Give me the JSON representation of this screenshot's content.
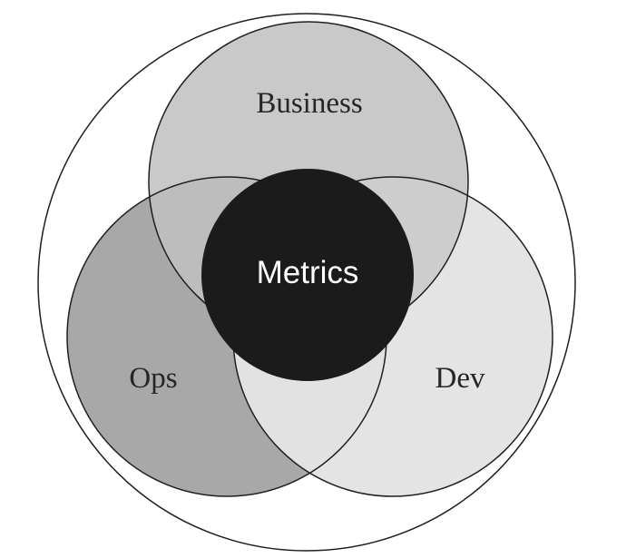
{
  "diagram": {
    "labels": {
      "business": "Business",
      "ops": "Ops",
      "dev": "Dev",
      "metrics": "Metrics"
    },
    "colors": {
      "background": "#ffffff",
      "outline": "#1f1f1f",
      "outer_fill": "#ffffff",
      "business_fill": "#c9c9c9",
      "ops_fill": "#a8a8a8",
      "dev_fill": "#e4e4e4",
      "ops_dev_overlap_fill": "#e2e2e2",
      "business_ops_overlap_fill": "#bdbdbd",
      "business_dev_overlap_fill": "#cdcdcd",
      "metrics_fill": "#1b1b1b",
      "label_text": "#262626",
      "metrics_text": "#ffffff"
    }
  }
}
